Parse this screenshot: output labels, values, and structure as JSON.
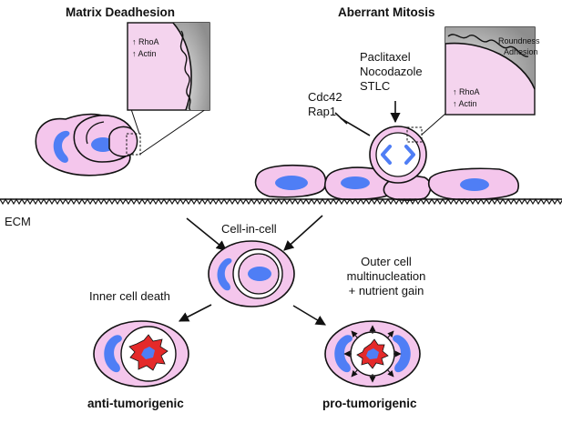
{
  "headers": {
    "left": "Matrix Deadhesion",
    "right": "Aberrant Mitosis"
  },
  "inset_left": {
    "line1": "↑ RhoA",
    "line2": "↑ Actin"
  },
  "inset_right": {
    "title1": "Roundness",
    "title2": "Adhesion",
    "line1": "↑ RhoA",
    "line2": "↑ Actin"
  },
  "drugs": [
    "Paclitaxel",
    "Nocodazole",
    "STLC"
  ],
  "inhibitors": [
    "Cdc42",
    "Rap1"
  ],
  "ecm_label": "ECM",
  "cell_in_cell_label": "Cell-in-cell",
  "outcomes": {
    "left_process": "Inner cell death",
    "right_process_line1": "Outer cell",
    "right_process_line2": "multinucleation",
    "right_process_line3": "+ nutrient gain",
    "left_result": "anti-tumorigenic",
    "right_result": "pro-tumorigenic"
  },
  "colors": {
    "cell_pink": "#f4c6ec",
    "nucleus_blue": "#4f7ef5",
    "death_red": "#e42a2a",
    "inset_gray": "#9a9a9a",
    "stroke": "#111111"
  }
}
